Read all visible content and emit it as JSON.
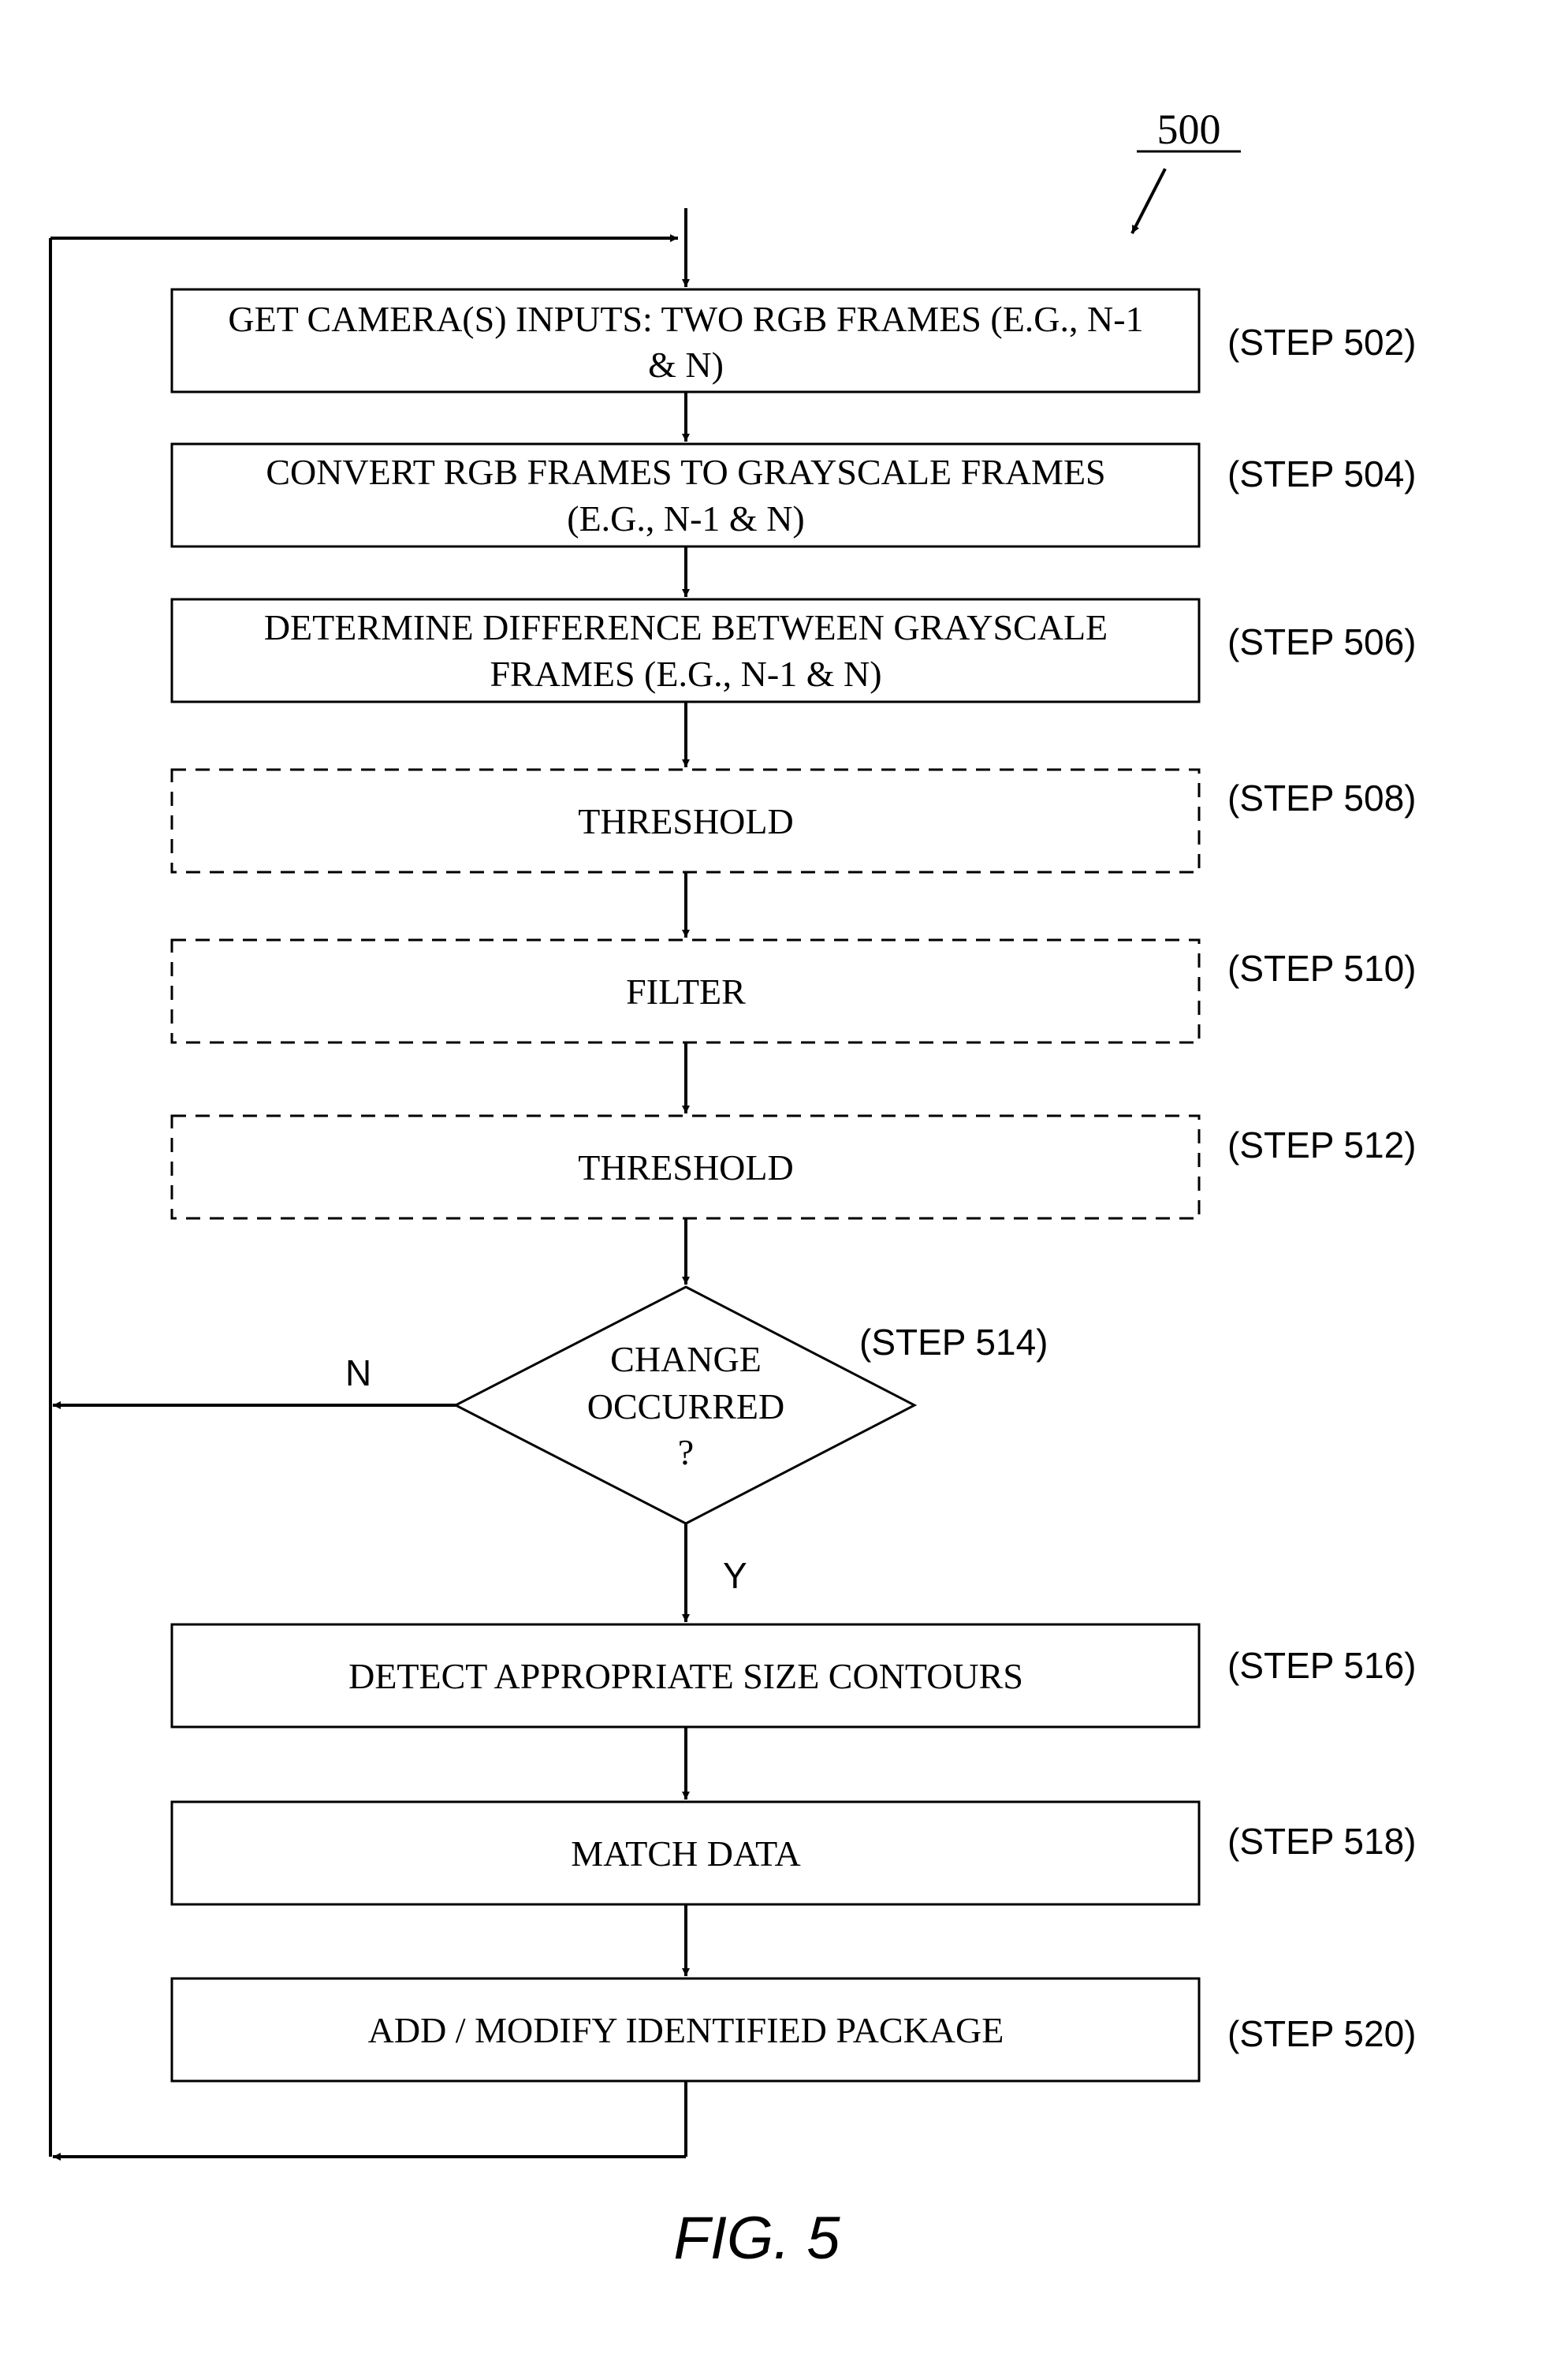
{
  "diagram": {
    "reference_number": "500",
    "figure_label": "FIG. 5",
    "steps": [
      {
        "id": "502",
        "lines": [
          "GET CAMERA(S) INPUTS: TWO RGB FRAMES (E.G., N-1",
          "& N)"
        ],
        "label": "(STEP 502)",
        "optional": false
      },
      {
        "id": "504",
        "lines": [
          "CONVERT RGB FRAMES TO GRAYSCALE FRAMES",
          "(E.G., N-1 & N)"
        ],
        "label": "(STEP 504)",
        "optional": false
      },
      {
        "id": "506",
        "lines": [
          "DETERMINE DIFFERENCE BETWEEN GRAYSCALE",
          "FRAMES (E.G., N-1 & N)"
        ],
        "label": "(STEP 506)",
        "optional": false
      },
      {
        "id": "508",
        "lines": [
          "THRESHOLD"
        ],
        "label": "(STEP 508)",
        "optional": true
      },
      {
        "id": "510",
        "lines": [
          "FILTER"
        ],
        "label": "(STEP 510)",
        "optional": true
      },
      {
        "id": "512",
        "lines": [
          "THRESHOLD"
        ],
        "label": "(STEP 512)",
        "optional": true
      },
      {
        "id": "516",
        "lines": [
          "DETECT APPROPRIATE SIZE CONTOURS"
        ],
        "label": "(STEP 516)",
        "optional": false
      },
      {
        "id": "518",
        "lines": [
          "MATCH DATA"
        ],
        "label": "(STEP 518)",
        "optional": false
      },
      {
        "id": "520",
        "lines": [
          "ADD / MODIFY IDENTIFIED PACKAGE"
        ],
        "label": "(STEP 520)",
        "optional": false
      }
    ],
    "decision": {
      "id": "514",
      "lines": [
        "CHANGE",
        "OCCURRED",
        "?"
      ],
      "label": "(STEP 514)",
      "no_label": "N",
      "yes_label": "Y"
    }
  }
}
